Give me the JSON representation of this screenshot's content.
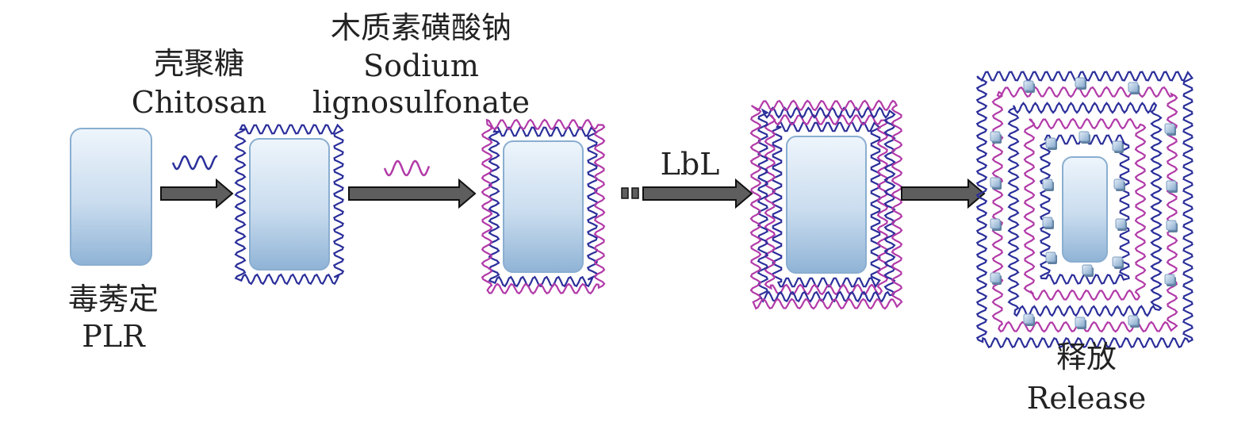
{
  "labels": {
    "plr_cn": "毒莠定",
    "plr_en": "PLR",
    "chitosan_cn": "壳聚糖",
    "chitosan_en": "Chitosan",
    "ls_cn": "木质素磺酸钠",
    "ls_en1": "Sodium",
    "ls_en2": "lignosulfonate",
    "lbl": "LbL",
    "release_cn": "释放",
    "release_en": "Release"
  },
  "colors": {
    "chitosan": "#2b2f9a",
    "lignosulfonate": "#b23aa8",
    "arrow_fill": "#5e5e5e",
    "arrow_stroke": "#111111",
    "core_top": "#e9f2fb",
    "core_bottom": "#8fb3d6",
    "core_border": "#8aaed0",
    "particle": "#8fb0d3"
  },
  "icons": {
    "arrow": "right-arrow",
    "wave": "wavy-polymer-chain",
    "particle": "released-particle"
  }
}
